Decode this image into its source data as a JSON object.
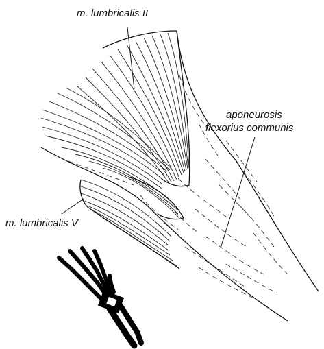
{
  "labels": {
    "lumbricalis_ii": "m. lumbricalis II",
    "aponeurosis_line1": "aponeurosis",
    "aponeurosis_line2": "flexorius communis",
    "lumbricalis_v": "m. lumbricalis V"
  },
  "inset_icon": "hand-skeleton-icon",
  "colors": {
    "ink": "#111111",
    "background": "#ffffff"
  }
}
